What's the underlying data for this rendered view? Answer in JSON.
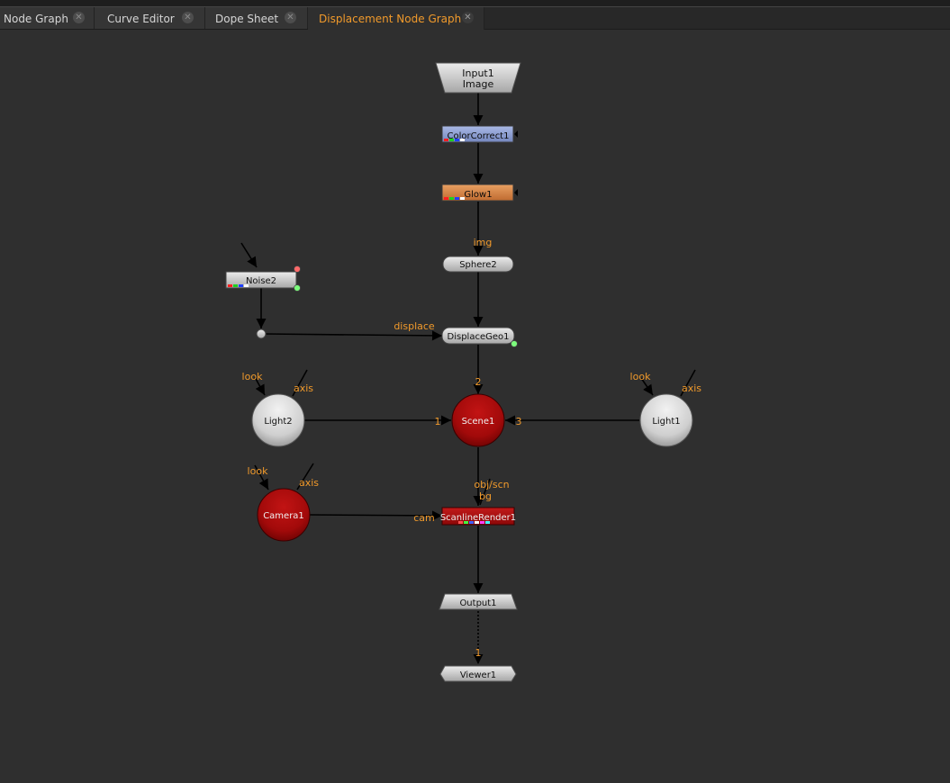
{
  "tabs": [
    {
      "label": "Node Graph",
      "active": false
    },
    {
      "label": "Curve Editor",
      "active": false
    },
    {
      "label": "Dope Sheet",
      "active": false
    },
    {
      "label": "Displacement Node Graph",
      "active": true
    }
  ],
  "colors": {
    "background": "#2f2f2f",
    "accent_orange": "#f19a2b",
    "colorcorrect_node": "#8fa3d6",
    "glow_node": "#d8884a",
    "red_node": "#a80d0d",
    "light_node": "#d6d6d6"
  },
  "nodes": {
    "input": {
      "line1": "Input1",
      "line2": "Image"
    },
    "colorcorrect": "ColorCorrect1",
    "glow": "Glow1",
    "sphere": "Sphere2",
    "noise": "Noise2",
    "displace": "DisplaceGeo1",
    "scene": "Scene1",
    "light2": "Light2",
    "light1": "Light1",
    "camera": "Camera1",
    "render": "ScanlineRender1",
    "output": "Output1",
    "viewer": "Viewer1"
  },
  "labels": {
    "img": "img",
    "displace": "displace",
    "look": "look",
    "axis": "axis",
    "scene_in_top": "2",
    "scene_in_left": "1",
    "scene_in_right": "3",
    "obj_scn": "obj/scn",
    "bg": "bg",
    "cam": "cam",
    "viewer_in": "1"
  }
}
